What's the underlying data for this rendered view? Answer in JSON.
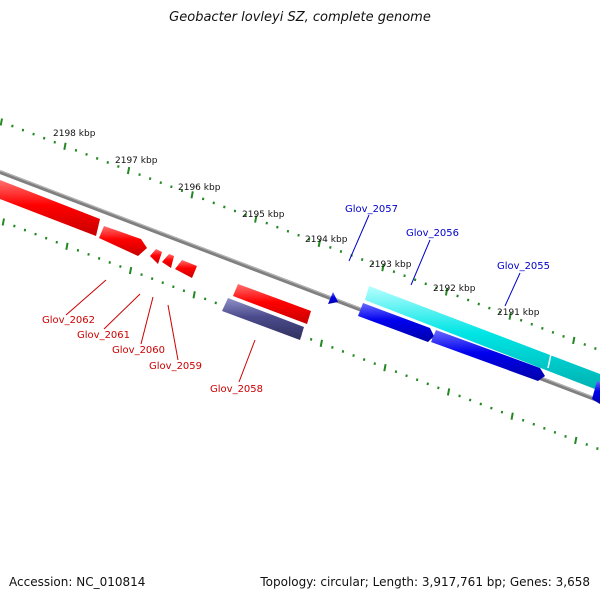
{
  "title": "Geobacter lovleyi SZ, complete genome",
  "footer": {
    "accession": "Accession: NC_010814",
    "summary": "Topology: circular; Length: 3,917,761 bp; Genes: 3,658"
  },
  "colors": {
    "backbone": "#808080",
    "tick": "#228822",
    "reverse_gene": "#ff0000",
    "reverse_label": "#cc0000",
    "forward_gene": "#0000ee",
    "forward_label": "#0000cc",
    "cyan_gene": "#00e5e5",
    "purple_gene": "#4b4b8c"
  },
  "ruler_labels": [
    "2198 kbp",
    "2197 kbp",
    "2196 kbp",
    "2195 kbp",
    "2194 kbp",
    "2193 kbp",
    "2192 kbp",
    "2191 kbp"
  ],
  "gene_labels": [
    {
      "text": "Glov_2062",
      "strand": "reverse"
    },
    {
      "text": "Glov_2061",
      "strand": "reverse"
    },
    {
      "text": "Glov_2060",
      "strand": "reverse"
    },
    {
      "text": "Glov_2059",
      "strand": "reverse"
    },
    {
      "text": "Glov_2058",
      "strand": "reverse"
    },
    {
      "text": "Glov_2057",
      "strand": "forward"
    },
    {
      "text": "Glov_2056",
      "strand": "forward"
    },
    {
      "text": "Glov_2055",
      "strand": "forward"
    }
  ]
}
